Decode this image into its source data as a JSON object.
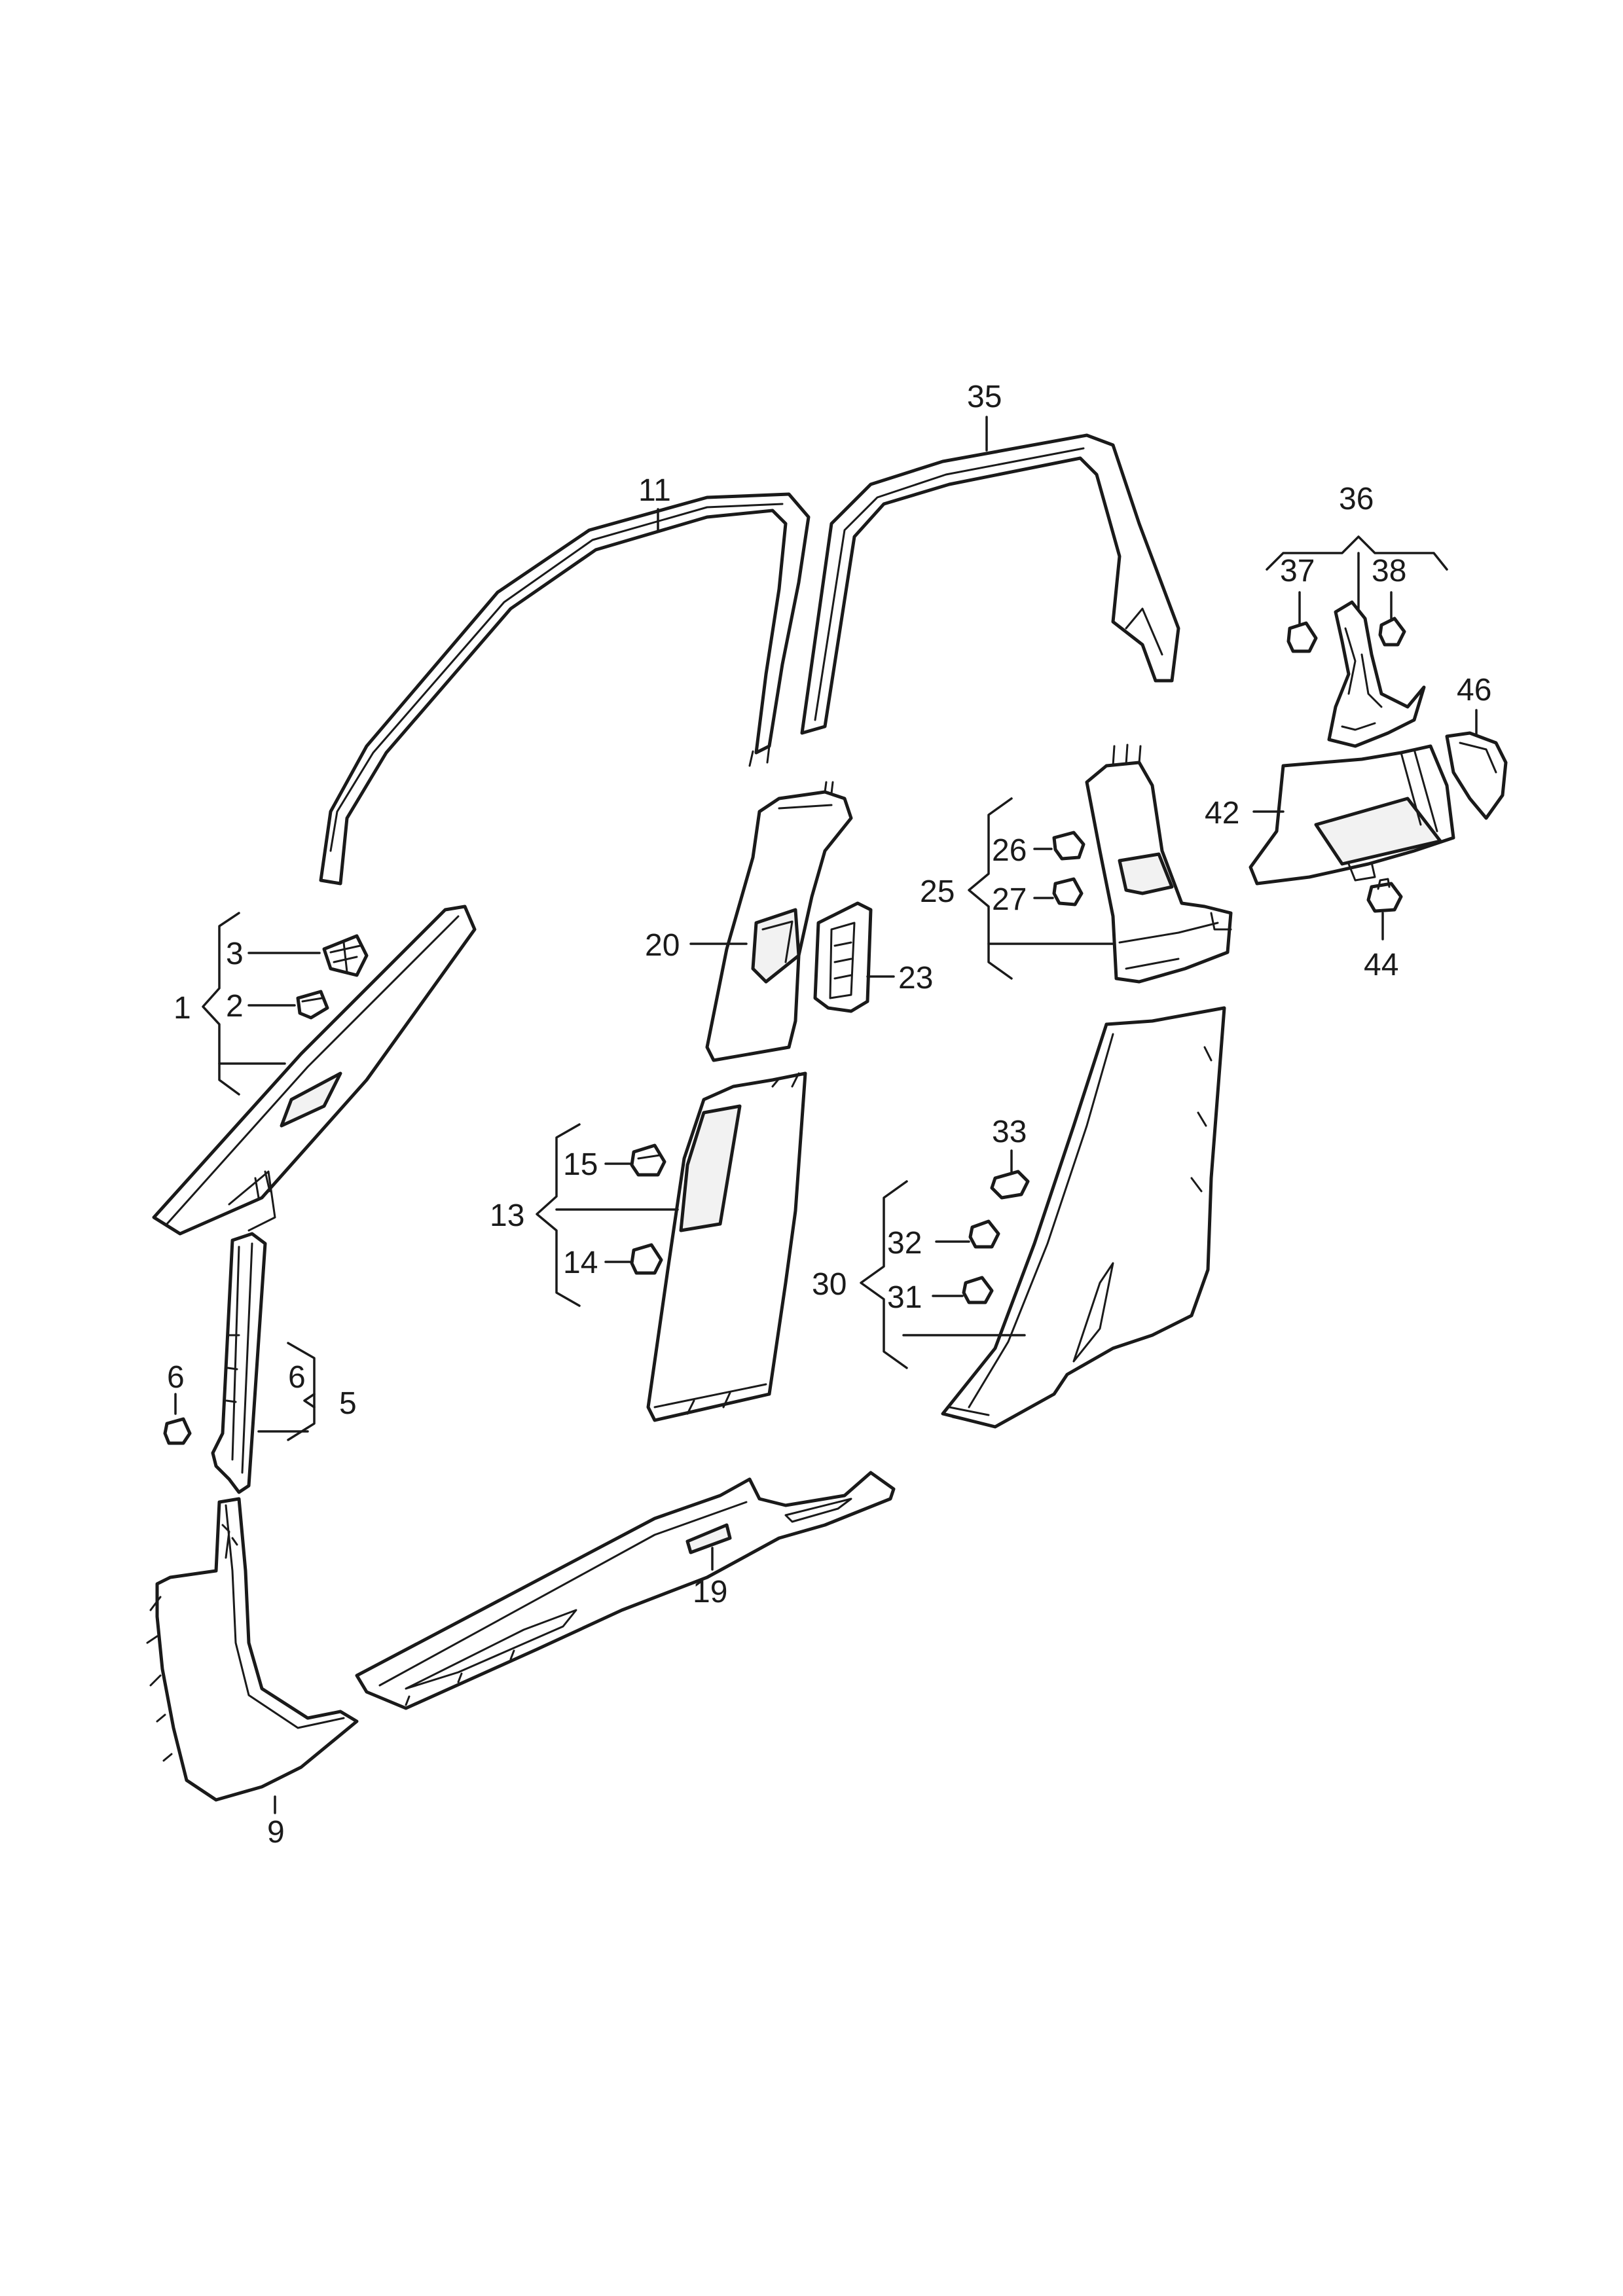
{
  "callouts": {
    "c1": "1",
    "c2": "2",
    "c3": "3",
    "c5": "5",
    "c6a": "6",
    "c6b": "6",
    "c9": "9",
    "c11": "11",
    "c13": "13",
    "c14": "14",
    "c15": "15",
    "c19": "19",
    "c20": "20",
    "c23": "23",
    "c25": "25",
    "c26": "26",
    "c27": "27",
    "c30": "30",
    "c31": "31",
    "c32": "32",
    "c33": "33",
    "c35": "35",
    "c36": "36",
    "c37": "37",
    "c38": "38",
    "c42": "42",
    "c44": "44",
    "c46": "46"
  },
  "colors": {
    "line": "#1a1a1a",
    "paper": "#ffffff",
    "shade": "#f2f2f2"
  }
}
